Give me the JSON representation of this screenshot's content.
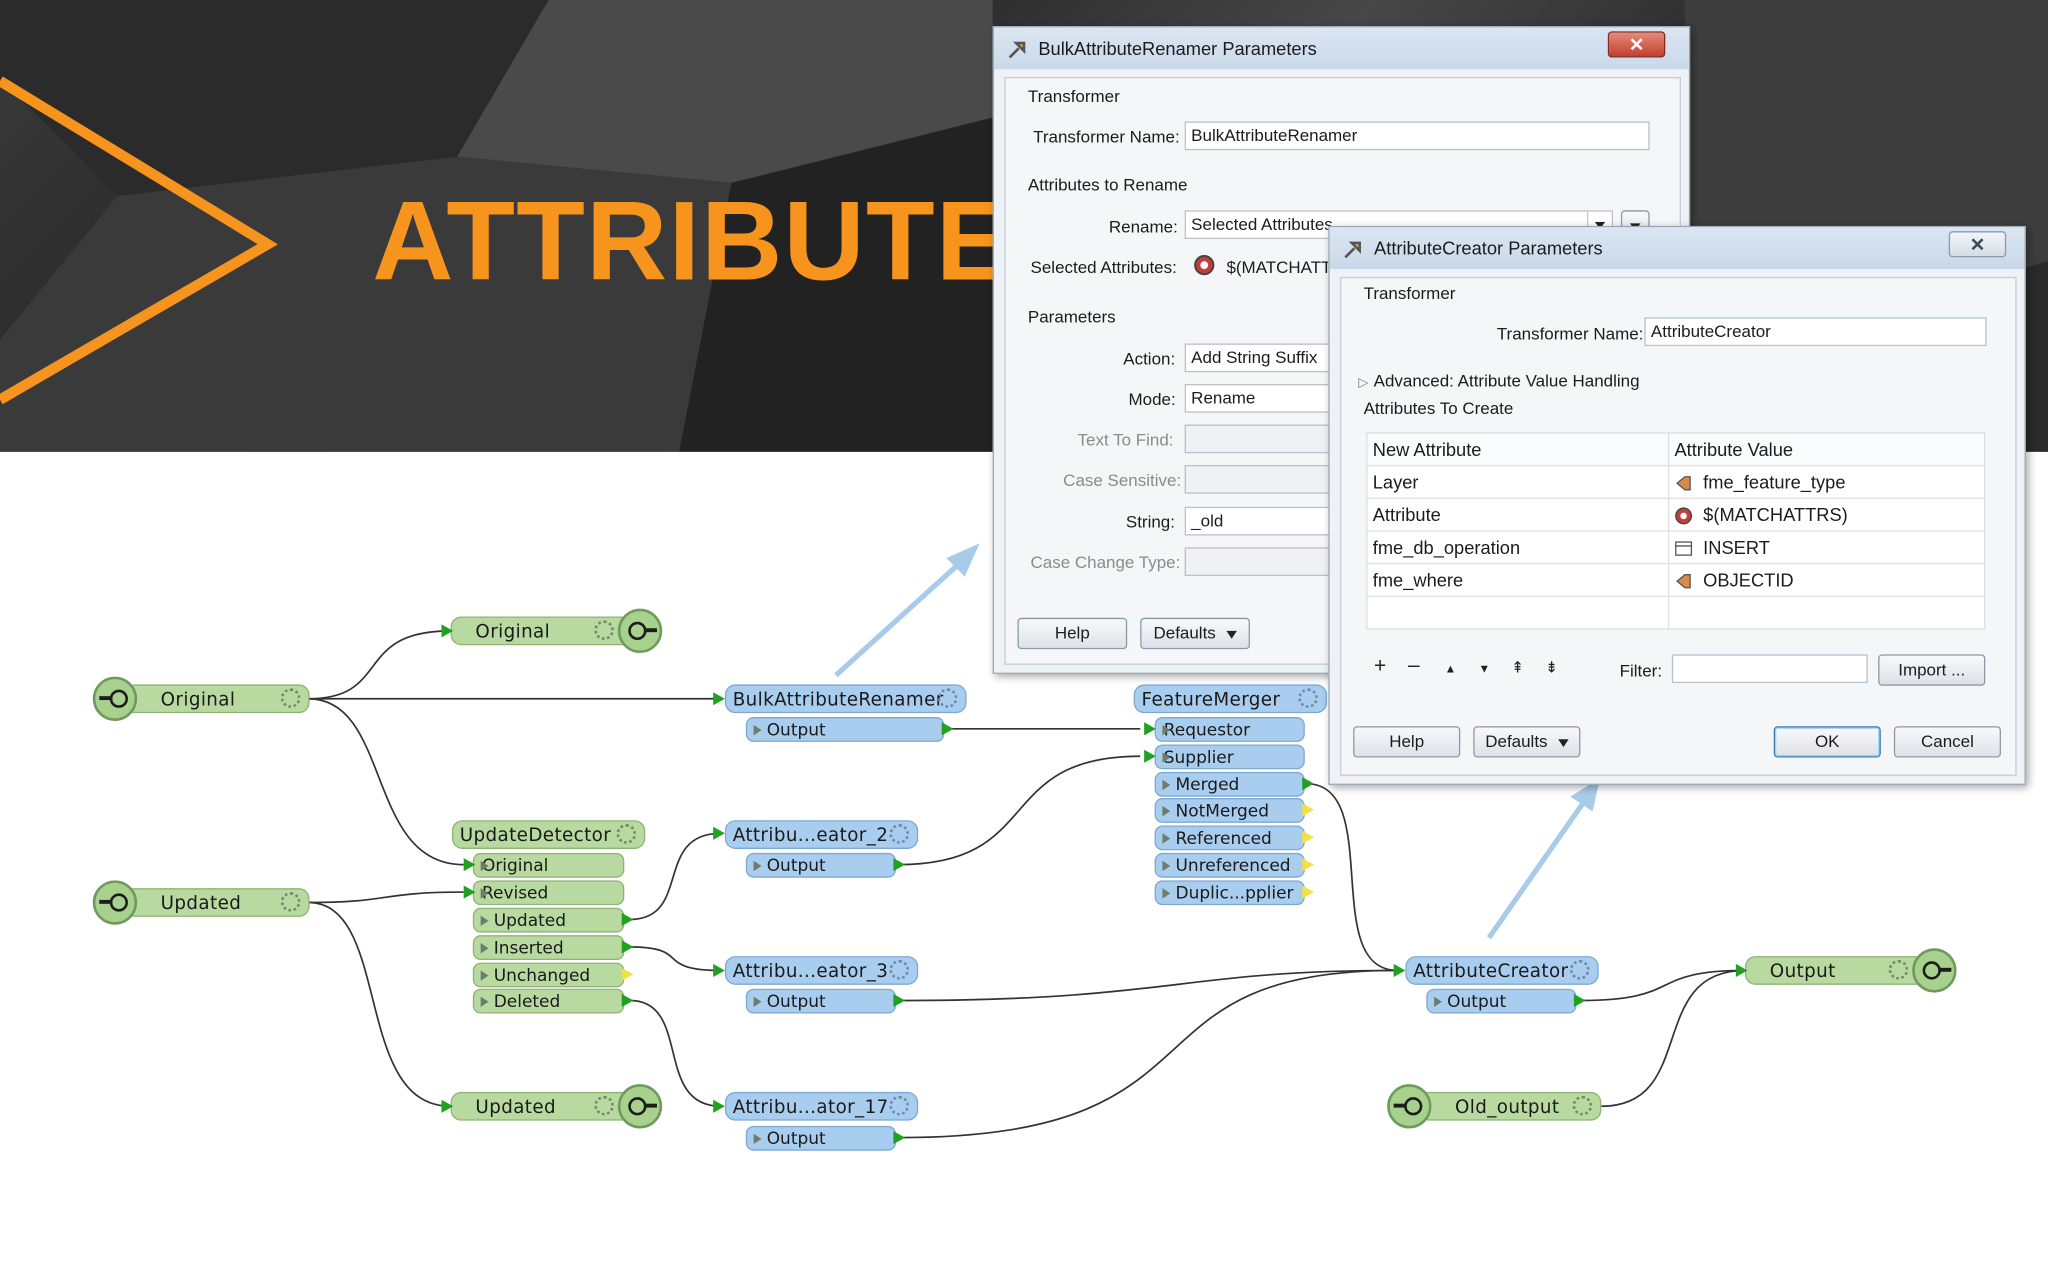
{
  "banner": {
    "title": "ATTRIBUTE"
  },
  "workspace": {
    "readers": {
      "original": "Original",
      "updated": "Updated",
      "old_output": "Old_output"
    },
    "writers": {
      "original": "Original",
      "updated": "Updated",
      "output": "Output"
    },
    "transformers": {
      "bulk_renamer": {
        "name": "BulkAttributeRenamer",
        "output": "Output"
      },
      "update_detector": {
        "name": "UpdateDetector",
        "inputs": [
          "Original",
          "Revised"
        ],
        "outputs": [
          "Updated",
          "Inserted",
          "Unchanged",
          "Deleted"
        ]
      },
      "creator_2": {
        "name": "Attribu...eator_2",
        "output": "Output"
      },
      "creator_3": {
        "name": "Attribu...eator_3",
        "output": "Output"
      },
      "creator_17": {
        "name": "Attribu...ator_17",
        "output": "Output"
      },
      "feature_merger": {
        "name": "FeatureMerger",
        "inputs": [
          "Requestor",
          "Supplier"
        ],
        "outputs": [
          "Merged",
          "NotMerged",
          "Referenced",
          "Unreferenced",
          "Duplic...pplier"
        ]
      },
      "attribute_creator": {
        "name": "AttributeCreator",
        "output": "Output"
      }
    }
  },
  "renamer_dialog": {
    "title": "BulkAttributeRenamer Parameters",
    "transformer_section": "Transformer",
    "transformer_name_label": "Transformer Name:",
    "transformer_name_value": "BulkAttributeRenamer",
    "attrs_section": "Attributes to Rename",
    "rename_label": "Rename:",
    "rename_value": "Selected Attributes",
    "selected_label": "Selected Attributes:",
    "selected_value": "$(MATCHATTR",
    "params_section": "Parameters",
    "action_label": "Action:",
    "action_value": "Add String Suffix",
    "mode_label": "Mode:",
    "mode_value": "Rename",
    "text_to_find_label": "Text To Find:",
    "case_sensitive_label": "Case Sensitive:",
    "string_label": "String:",
    "string_value": "_old",
    "case_change_label": "Case Change Type:",
    "help": "Help",
    "defaults": "Defaults"
  },
  "creator_dialog": {
    "title": "AttributeCreator Parameters",
    "transformer_section": "Transformer",
    "transformer_name_label": "Transformer Name:",
    "transformer_name_value": "AttributeCreator",
    "advanced_label": "Advanced: Attribute Value Handling",
    "attrs_section": "Attributes To Create",
    "col_new": "New Attribute",
    "col_value": "Attribute Value",
    "rows": [
      {
        "name": "Layer",
        "value": "fme_feature_type",
        "icon": "attribute-icon"
      },
      {
        "name": "Attribute",
        "value": "$(MATCHATTRS)",
        "icon": "parameter-icon"
      },
      {
        "name": "fme_db_operation",
        "value": "INSERT",
        "icon": "text-value-icon"
      },
      {
        "name": "fme_where",
        "value": "OBJECTID",
        "icon": "attribute-icon"
      }
    ],
    "add": "+",
    "remove": "–",
    "up": "▲",
    "down": "▼",
    "top": "⇞",
    "bottom": "⇟",
    "filter_label": "Filter:",
    "filter_value": "",
    "import": "Import ...",
    "help": "Help",
    "defaults": "Defaults",
    "ok": "OK",
    "cancel": "Cancel"
  },
  "colors": {
    "orange": "#f7941d",
    "reader_green": "#b8d9a0",
    "transformer_blue": "#a9cdef",
    "wire": "#333333",
    "port_green": "#21a121"
  }
}
